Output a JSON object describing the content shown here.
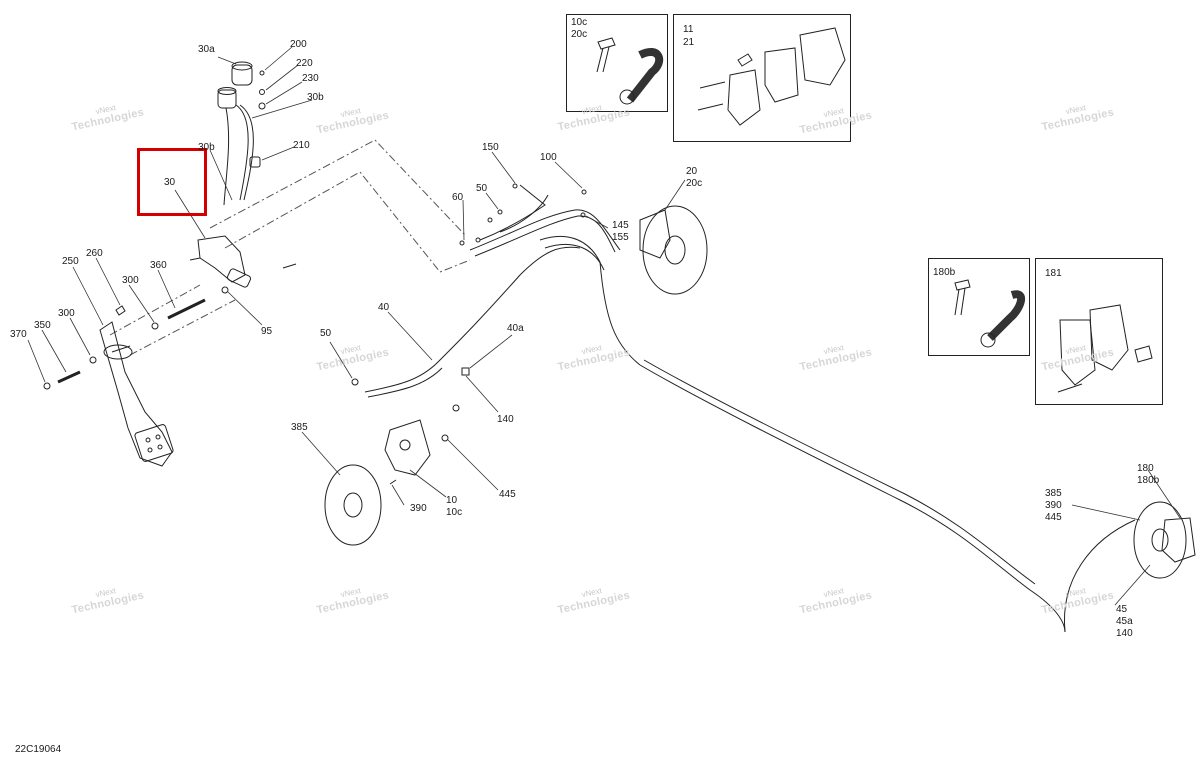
{
  "diagram_code": "22C19064",
  "watermark": {
    "line1": "vNext",
    "line2": "Technologies"
  },
  "highlight_label": "30",
  "colors": {
    "highlight": "#d40000",
    "line": "#222222",
    "watermark": "#cfcfcf"
  },
  "labels": {
    "l200": "200",
    "l30a": "30a",
    "l220": "220",
    "l230": "230",
    "l30b_top": "30b",
    "l210": "210",
    "l30b": "30b",
    "l30": "30",
    "l260": "260",
    "l250": "250",
    "l300a": "300",
    "l360": "360",
    "l370": "370",
    "l350": "350",
    "l300b": "300",
    "l95": "95",
    "l10c_top": "10c",
    "l20c_top": "20c",
    "l11": "11",
    "l21": "21",
    "l150": "150",
    "l100": "100",
    "l60": "60",
    "l50a": "50",
    "l20": "20",
    "l20c": "20c",
    "l145": "145",
    "l155": "155",
    "l40": "40",
    "l40a": "40a",
    "l50b": "50",
    "l140": "140",
    "l385": "385",
    "l10": "10",
    "l10c": "10c",
    "l390": "390",
    "l445": "445",
    "l180b_box": "180b",
    "l181": "181",
    "l180": "180",
    "l180b": "180b",
    "l385r": "385",
    "l390r": "390",
    "l445r": "445",
    "l45": "45",
    "l45a": "45a",
    "l140r": "140"
  }
}
